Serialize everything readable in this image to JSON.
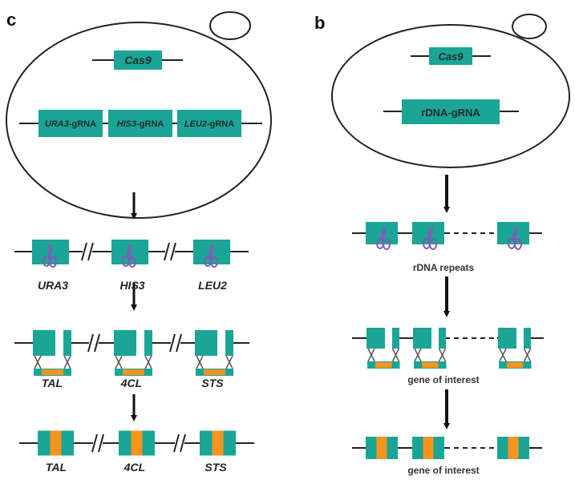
{
  "colors": {
    "teal": "#1aa597",
    "orange": "#f7941d",
    "scissor": "#8a55b5",
    "line": "#222222"
  },
  "panel_c": {
    "label": "c",
    "cell": {
      "cas9": "Cas9",
      "grnas": [
        {
          "gene": "URA3",
          "suffix": "-gRNA"
        },
        {
          "gene": "HIS3",
          "suffix": "-gRNA"
        },
        {
          "gene": "LEU2",
          "suffix": "-gRNA"
        }
      ]
    },
    "cut_loci": [
      "URA3",
      "HIS3",
      "LEU2"
    ],
    "donor_loci": [
      "TAL",
      "4CL",
      "STS"
    ],
    "integrated_loci": [
      "TAL",
      "4CL",
      "STS"
    ]
  },
  "panel_b": {
    "label": "b",
    "cell": {
      "cas9": "Cas9",
      "grna": "rDNA-gRNA"
    },
    "cut_caption": "rDNA repeats",
    "donor_caption": "gene of interest",
    "integrated_caption": "gene of interest"
  },
  "icons": {
    "scissor": "scissors-icon",
    "break": "chromosome-break-icon",
    "arrow": "down-arrow-icon",
    "plasmid": "plasmid-icon"
  }
}
